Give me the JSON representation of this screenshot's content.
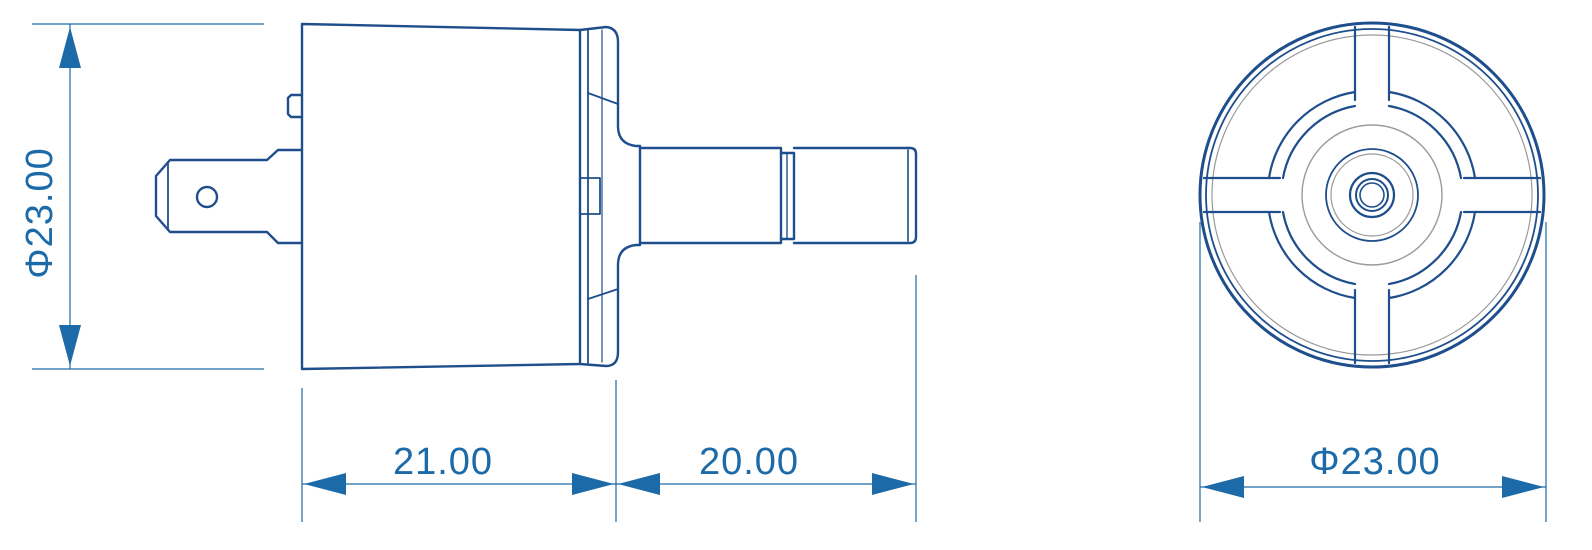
{
  "colors": {
    "outline": "#1f4e8c",
    "dimension": "#1c6aa8",
    "thin_circle": "#9a9a9a",
    "background": "#ffffff"
  },
  "dimensions": {
    "side_diameter": "Φ23.00",
    "body_length": "21.00",
    "shaft_length": "20.00",
    "front_diameter": "Φ23.00"
  }
}
